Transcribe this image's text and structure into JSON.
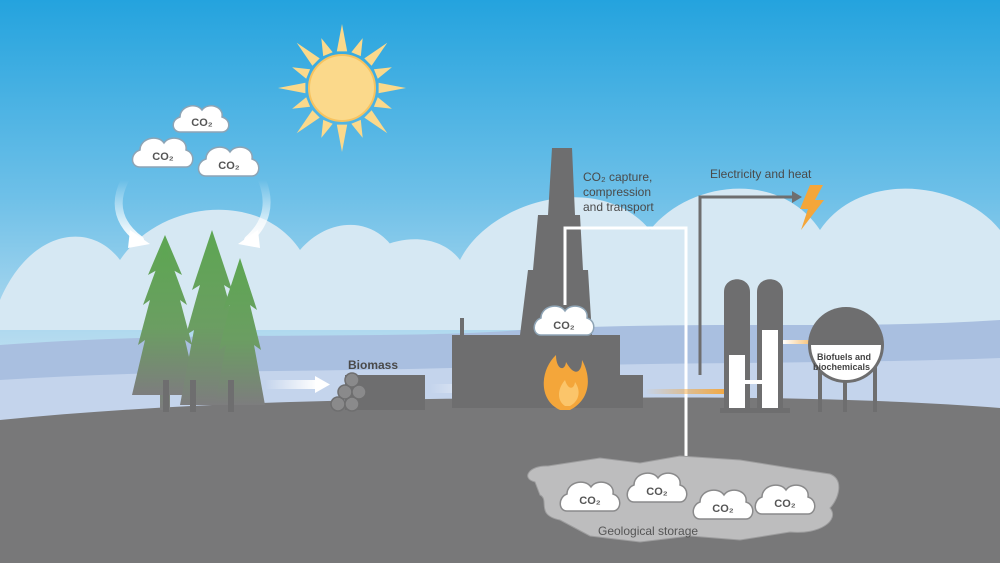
{
  "labels": {
    "co2": "CO₂",
    "biomass": "Biomass",
    "capture": [
      "CO₂ capture,",
      "compression",
      "and transport"
    ],
    "electricity": "Electricity and heat",
    "biofuels": [
      "Biofuels and",
      "biochemicals"
    ],
    "storage": "Geological storage"
  },
  "colors": {
    "sky_top": "#29a5dd",
    "sky_bottom": "#cfe6f3",
    "ground": "#787879",
    "storage": "#bdbdbe",
    "sun": "#fbd98b",
    "flame": "#f4a63a",
    "tree": "#5a9e4f"
  },
  "icons": [
    "sun-icon",
    "cloud-icon",
    "tree-icon",
    "log-pile-icon",
    "factory-icon",
    "flame-icon",
    "lightning-icon",
    "tank-icon"
  ]
}
